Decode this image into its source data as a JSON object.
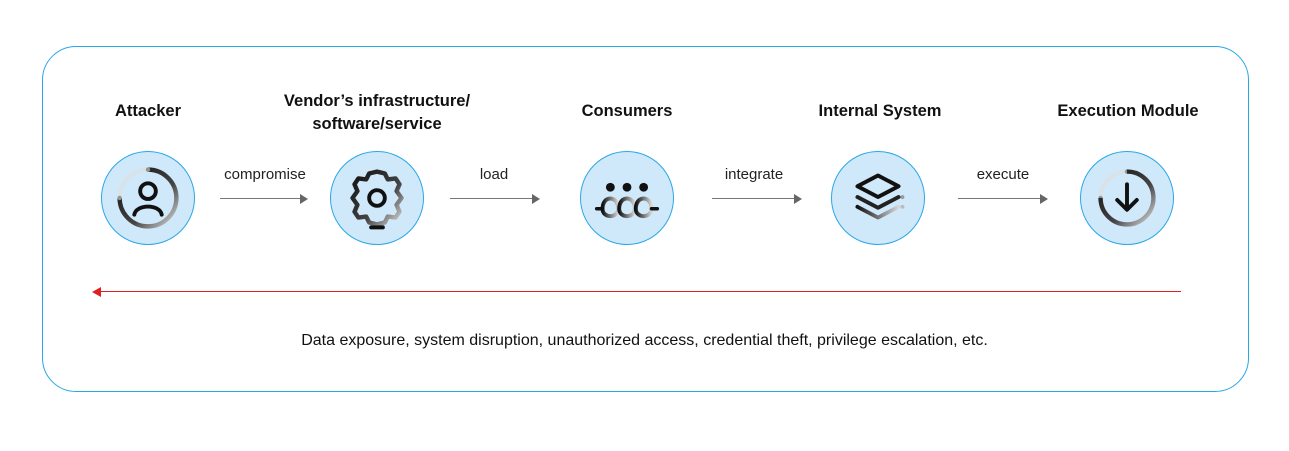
{
  "nodes": [
    {
      "title_line1": "Attacker",
      "title_line2": "",
      "icon": "attacker-user-icon"
    },
    {
      "title_line1": "Vendor’s infrastructure/",
      "title_line2": "software/service",
      "icon": "gear-icon"
    },
    {
      "title_line1": "Consumers",
      "title_line2": "",
      "icon": "people-group-icon"
    },
    {
      "title_line1": "Internal System",
      "title_line2": "",
      "icon": "layers-stack-icon"
    },
    {
      "title_line1": "Execution Module",
      "title_line2": "",
      "icon": "download-arrow-circle-icon"
    }
  ],
  "edges": [
    {
      "label": "compromise"
    },
    {
      "label": "load"
    },
    {
      "label": "integrate"
    },
    {
      "label": "execute"
    }
  ],
  "impact": {
    "text": "Data exposure, system disruption, unauthorized access, credential theft, privilege escalation, etc."
  },
  "colors": {
    "frame_border": "#2aa7e6",
    "node_fill": "#cfe9fb",
    "impact_arrow": "#e02020",
    "flow_arrow": "#777777"
  }
}
